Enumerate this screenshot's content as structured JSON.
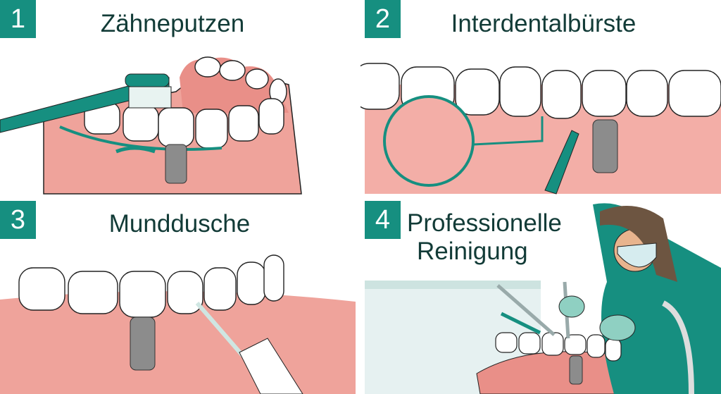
{
  "panels": [
    {
      "number": "1",
      "title": "Zähneputzen",
      "illustration": "toothbrush-brushing-implant"
    },
    {
      "number": "2",
      "title": "Interdentalbürste",
      "illustration": "interdental-brush-between-teeth"
    },
    {
      "number": "3",
      "title": "Munddusche",
      "illustration": "water-flosser-irrigating-implant"
    },
    {
      "number": "4",
      "title_line1": "Professionelle",
      "title_line2": "Reinigung",
      "illustration": "dental-hygienist-professional-cleaning"
    }
  ],
  "colors": {
    "accent": "#168f80",
    "title_text": "#123b37",
    "gum": "#efa39b",
    "tooth": "#ffffff",
    "implant": "#8c8c8c"
  }
}
